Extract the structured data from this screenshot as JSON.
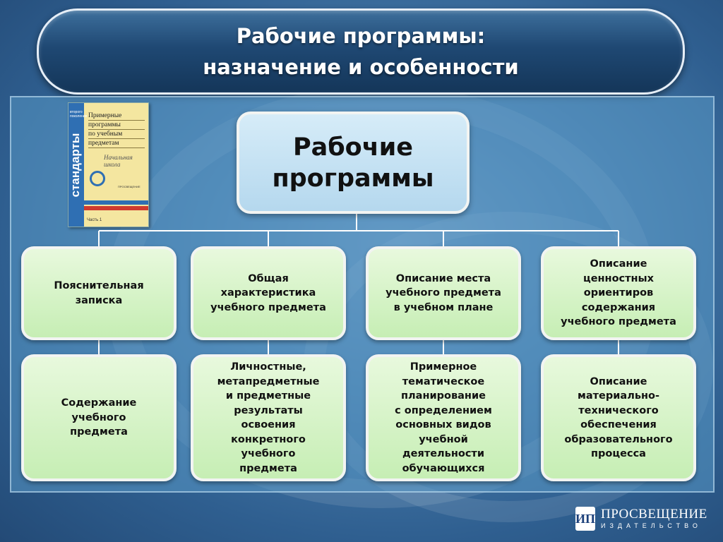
{
  "title": {
    "line1": "Рабочие программы:",
    "line2": "назначение и особенности"
  },
  "book": {
    "spine": "стандарты",
    "series": "второго поколения",
    "heading": [
      "Примерные",
      "программы",
      "по учебным",
      "предметам"
    ],
    "subtitle": "Начальная школа",
    "part": "Часть 1",
    "publisher": "ПРОСВЕЩЕНИЕ"
  },
  "root": {
    "label": "Рабочие\nпрограммы"
  },
  "boxes": [
    "Пояснительная\nзаписка",
    "Общая\nхарактеристика\nучебного предмета",
    "Описание места\nучебного предмета\nв учебном плане",
    "Описание\nценностных\nориентиров\nсодержания\nучебного предмета",
    "Содержание\nучебного\nпредмета",
    "Личностные,\nметапредметные\nи предметные\nрезультаты\nосвоения\nконкретного\nучебного\nпредмета",
    "Примерное\nтематическое\nпланирование\nс определением\nосновных видов\nучебной\nдеятельности\nобучающихся",
    "Описание\nматериально-\nтехнического\nобеспечения\nобразовательного\nпроцесса"
  ],
  "publisher_logo": {
    "mark": "ИП",
    "name": "ПРОСВЕЩЕНИЕ",
    "sub": "ИЗДАТЕЛЬСТВО"
  },
  "colors": {
    "title_bar": "#1f4873",
    "box_fill": "#d8f4c8",
    "root_fill": "#c6e2f4",
    "connector": "#ffffff"
  }
}
